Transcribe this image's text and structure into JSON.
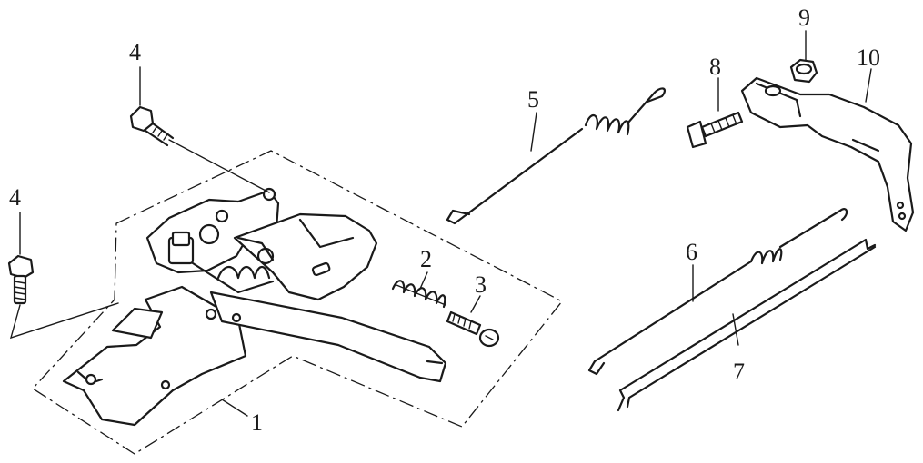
{
  "diagram": {
    "callouts": [
      {
        "id": "1",
        "text": "1"
      },
      {
        "id": "2",
        "text": "2"
      },
      {
        "id": "3",
        "text": "3"
      },
      {
        "id": "4a",
        "text": "4"
      },
      {
        "id": "4b",
        "text": "4"
      },
      {
        "id": "5",
        "text": "5"
      },
      {
        "id": "6",
        "text": "6"
      },
      {
        "id": "7",
        "text": "7"
      },
      {
        "id": "8",
        "text": "8"
      },
      {
        "id": "9",
        "text": "9"
      },
      {
        "id": "10",
        "text": "10"
      }
    ]
  }
}
